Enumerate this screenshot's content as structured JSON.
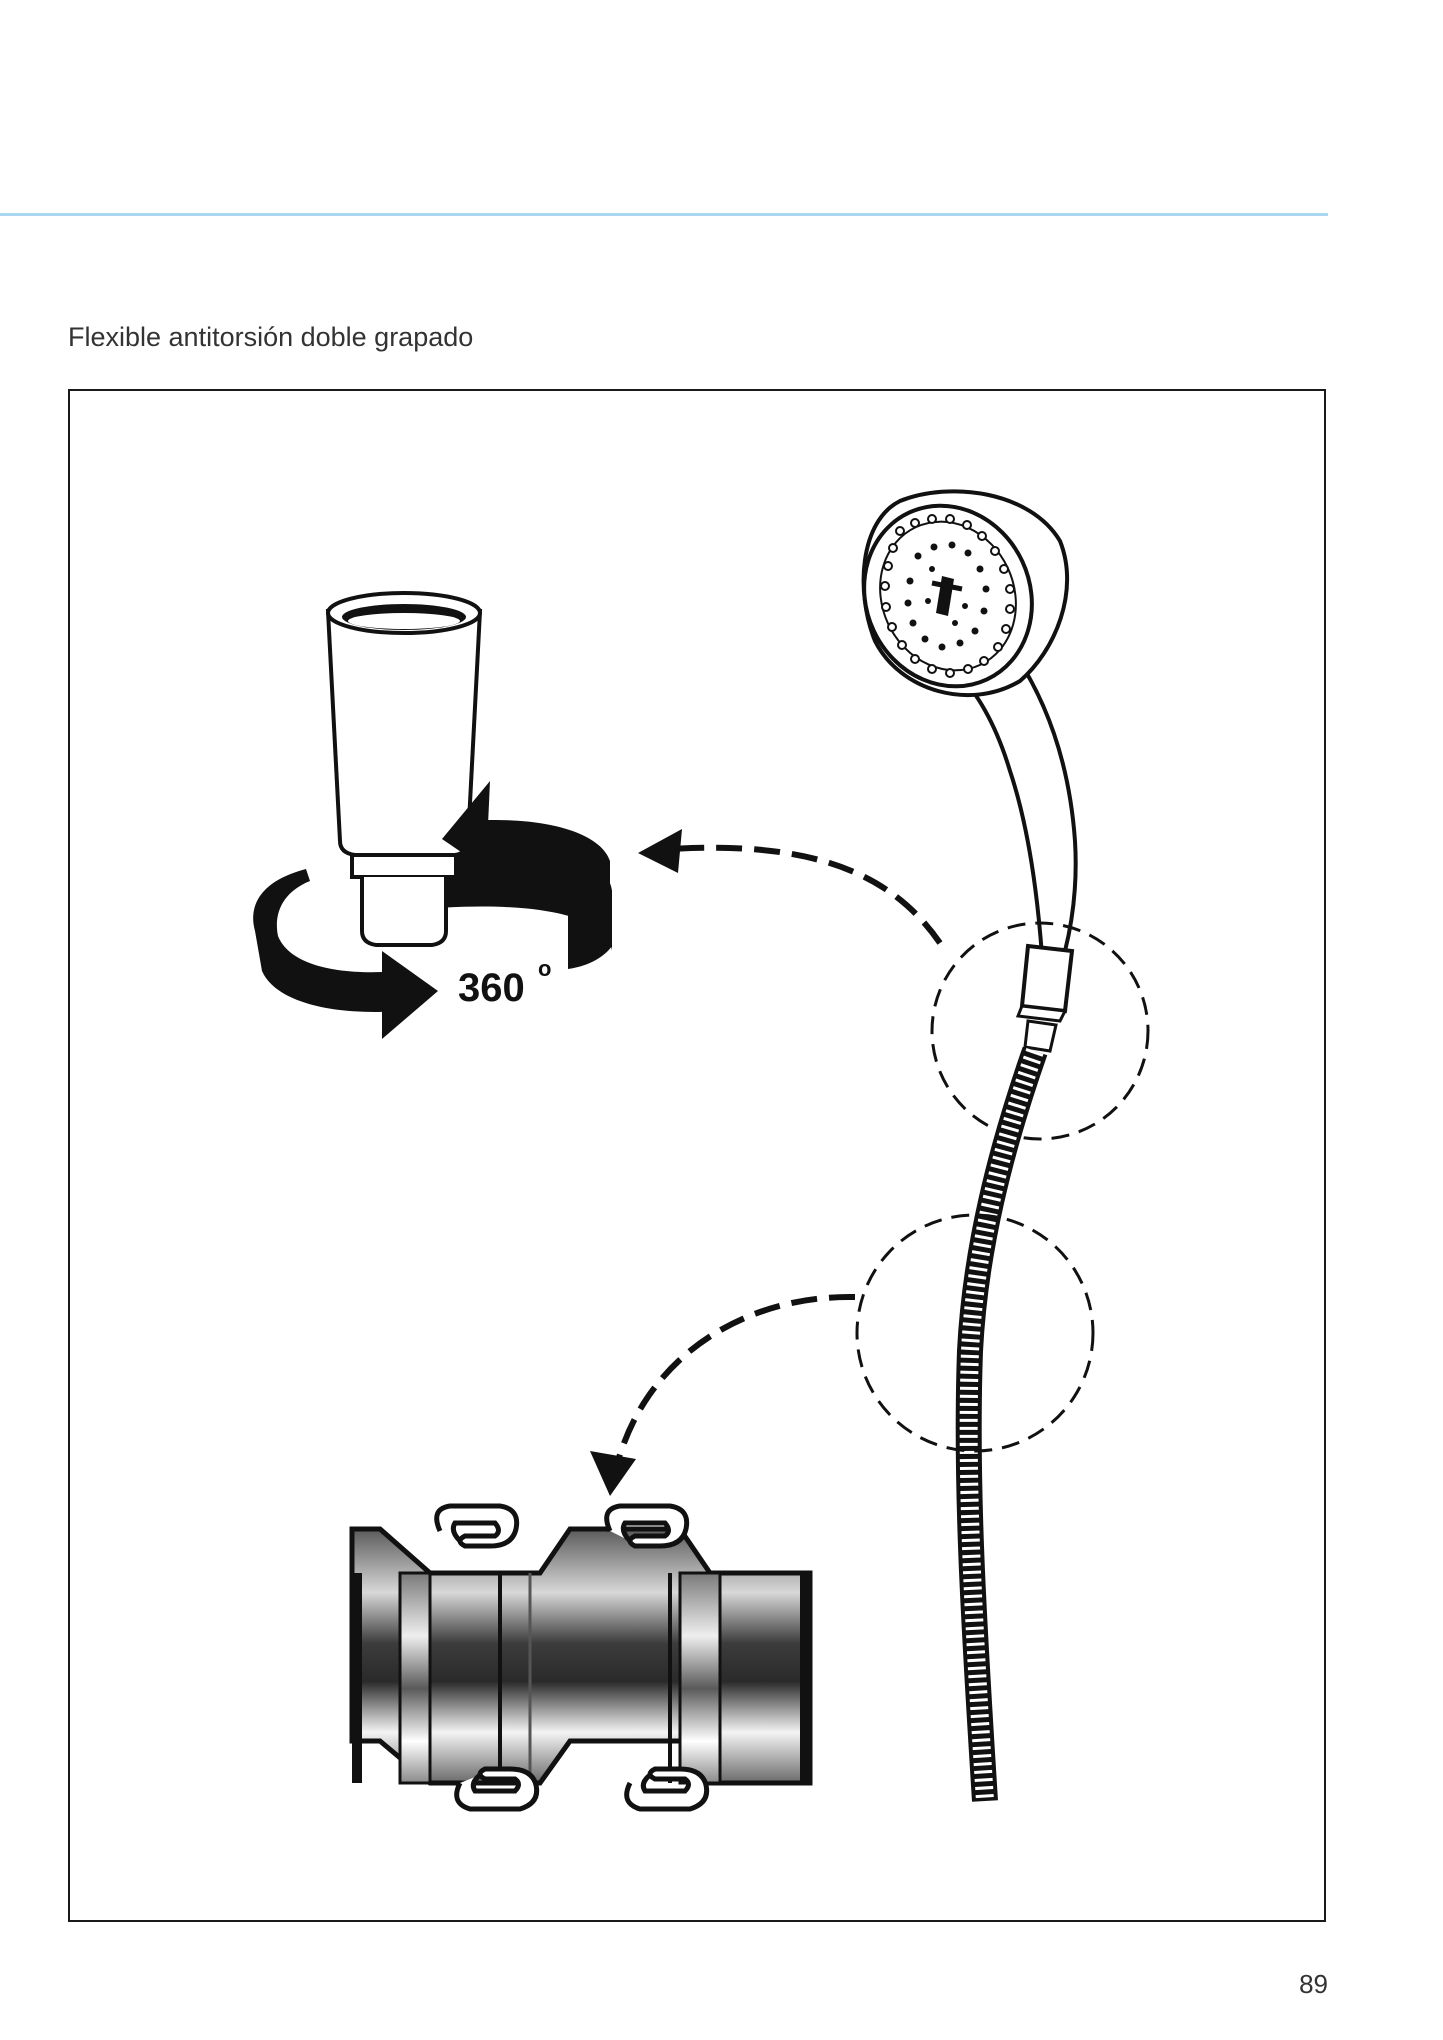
{
  "document": {
    "caption": "Flexible antitorsión doble grapado",
    "page_number": "89"
  },
  "figure": {
    "rotation_label": "360",
    "rotation_degree_symbol": "o",
    "icons": [
      "rotating-connector-icon",
      "hand-shower-icon",
      "double-crimp-hose-section-icon"
    ],
    "colors": {
      "rule": "#a9d8f0",
      "line": "#111111",
      "metal_dark": "#4a4a4a",
      "metal_light": "#f2f2f2"
    }
  }
}
